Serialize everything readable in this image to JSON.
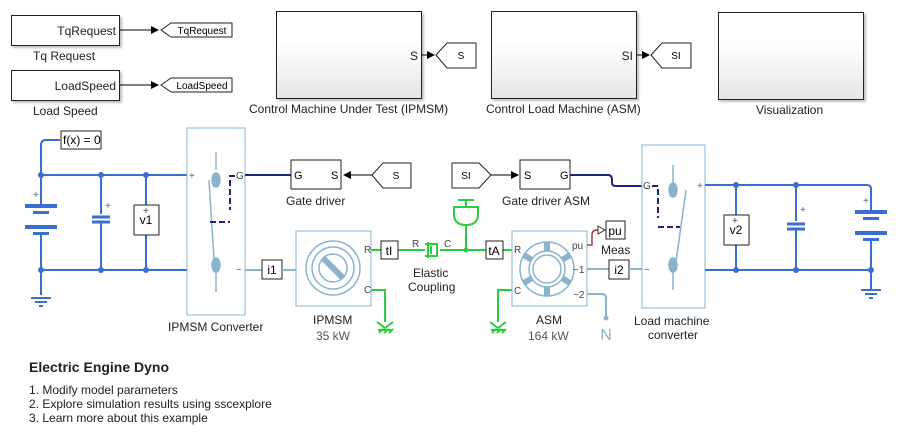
{
  "top_blocks": {
    "tq_request": {
      "port": "TqRequest",
      "label": "Tq Request",
      "goto_tag": "TqRequest"
    },
    "load_speed": {
      "port": "LoadSpeed",
      "label": "Load Speed",
      "goto_tag": "LoadSpeed"
    },
    "control_ipmsm": {
      "port": "S",
      "label": "Control Machine Under Test (IPMSM)",
      "goto_tag": "S"
    },
    "control_asm": {
      "port": "SI",
      "label": "Control Load Machine (ASM)",
      "goto_tag": "SI"
    },
    "visualization": {
      "label": "Visualization"
    }
  },
  "circuit": {
    "solver": "f(x) = 0",
    "v1": "v1",
    "v2": "v2",
    "i1": "i1",
    "i2": "i2",
    "ipmsm_converter": {
      "label": "IPMSM Converter",
      "port_g": "G",
      "port_plus": "+",
      "port_minus": "~"
    },
    "load_converter": {
      "label_line1": "Load machine",
      "label_line2": "converter",
      "port_g": "G",
      "port_plus": "+",
      "port_minus": "~"
    },
    "gate_driver": {
      "label": "Gate driver",
      "port_g": "G",
      "port_s": "S",
      "from_tag": "S"
    },
    "gate_driver_asm": {
      "label": "Gate driver ASM",
      "port_s": "S",
      "port_g": "G",
      "from_tag": "SI"
    },
    "ipmsm": {
      "label": "IPMSM",
      "power": "35 kW",
      "port_r": "R",
      "port_c": "C",
      "port_tilde": "~"
    },
    "asm": {
      "label": "ASM",
      "power": "164 kW",
      "port_r": "R",
      "port_c": "C",
      "port_pu": "pu",
      "port_1": "~1",
      "port_2": "~2"
    },
    "torque_ipmsm": "tI",
    "torque_asm": "tA",
    "coupling": {
      "label_line1": "Elastic",
      "label_line2": "Coupling",
      "port_r": "R",
      "port_c": "C"
    },
    "meas": {
      "tag": "pu",
      "label": "Meas"
    },
    "neutral": "N"
  },
  "annotation": {
    "title": "Electric Engine Dyno",
    "links": [
      "1. Modify model parameters",
      "2. Explore simulation results using sscexplore",
      "3. Learn more about this example"
    ]
  },
  "colors": {
    "electrical": "#3a6fcf",
    "converter": "#8ab4cc",
    "mechanical": "#2ecc40",
    "signal": "#1a237e",
    "pu_signal": "#a0403a"
  }
}
